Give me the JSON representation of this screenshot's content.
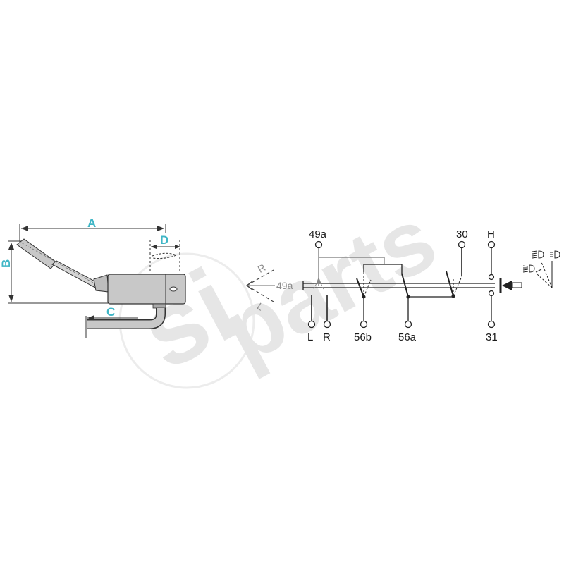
{
  "watermark": {
    "text_si": "si",
    "text_parts": "parts",
    "color": "#e4e4e4"
  },
  "dimension_drawing": {
    "labels": {
      "a": "A",
      "b": "B",
      "c": "C",
      "d": "D"
    },
    "label_color": "#3fb6c6",
    "body_color": "#c8c8c8",
    "outline_color": "#333333"
  },
  "schematic": {
    "position_indicator": {
      "r": "R",
      "l": "L",
      "center": "49a"
    },
    "terminals_top": [
      {
        "id": "49a",
        "label": "49a"
      },
      {
        "id": "30",
        "label": "30"
      },
      {
        "id": "H",
        "label": "H"
      }
    ],
    "terminals_bottom": [
      {
        "id": "L",
        "label": "L"
      },
      {
        "id": "R",
        "label": "R"
      },
      {
        "id": "56b",
        "label": "56b"
      },
      {
        "id": "56a",
        "label": "56a"
      },
      {
        "id": "31",
        "label": "31"
      }
    ],
    "headlight_symbols": [
      "low-beam-icon",
      "high-beam-icon",
      "flash-beam-icon"
    ]
  }
}
